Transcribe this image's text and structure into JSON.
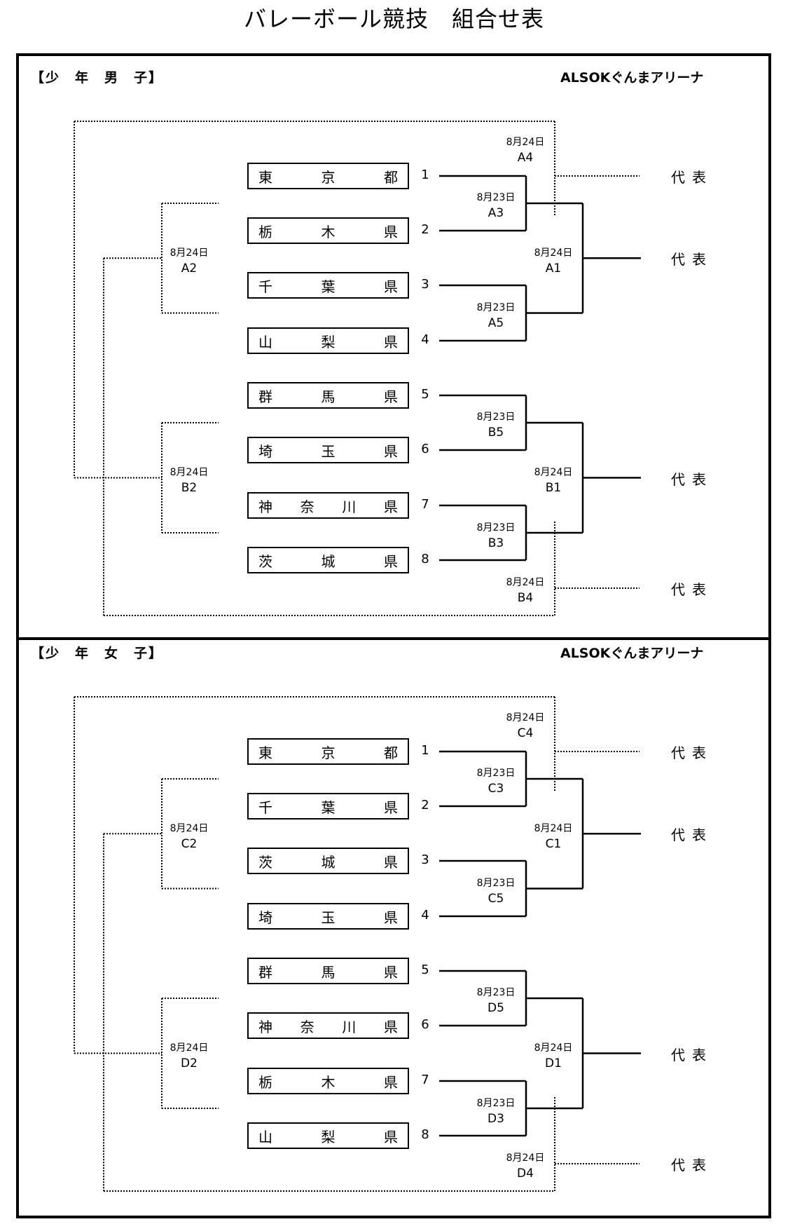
{
  "title": "バレーボール競技　組合せ表",
  "sections": [
    {
      "label": "【少　年　男　子】",
      "venue": "ALSOKぐんまアリーナ",
      "teams": [
        {
          "seed": "1",
          "chars": [
            "東",
            "京",
            "都"
          ]
        },
        {
          "seed": "2",
          "chars": [
            "栃",
            "木",
            "県"
          ]
        },
        {
          "seed": "3",
          "chars": [
            "千",
            "葉",
            "県"
          ]
        },
        {
          "seed": "4",
          "chars": [
            "山",
            "梨",
            "県"
          ]
        },
        {
          "seed": "5",
          "chars": [
            "群",
            "馬",
            "県"
          ]
        },
        {
          "seed": "6",
          "chars": [
            "埼",
            "玉",
            "県"
          ]
        },
        {
          "seed": "7",
          "chars": [
            "神",
            "奈",
            "川",
            "県"
          ]
        },
        {
          "seed": "8",
          "chars": [
            "茨",
            "城",
            "県"
          ]
        }
      ],
      "matches": {
        "m3": {
          "date": "8月23日",
          "code": "A3"
        },
        "m5": {
          "date": "8月23日",
          "code": "A5"
        },
        "m1": {
          "date": "8月24日",
          "code": "A1"
        },
        "m4": {
          "date": "8月24日",
          "code": "A4"
        },
        "m2": {
          "date": "8月24日",
          "code": "A2"
        },
        "n5": {
          "date": "8月23日",
          "code": "B5"
        },
        "n3": {
          "date": "8月23日",
          "code": "B3"
        },
        "n1": {
          "date": "8月24日",
          "code": "B1"
        },
        "n4": {
          "date": "8月24日",
          "code": "B4"
        },
        "n2": {
          "date": "8月24日",
          "code": "B2"
        }
      },
      "representatives": [
        "代表",
        "代表",
        "代表",
        "代表"
      ]
    },
    {
      "label": "【少　年　女　子】",
      "venue": "ALSOKぐんまアリーナ",
      "teams": [
        {
          "seed": "1",
          "chars": [
            "東",
            "京",
            "都"
          ]
        },
        {
          "seed": "2",
          "chars": [
            "千",
            "葉",
            "県"
          ]
        },
        {
          "seed": "3",
          "chars": [
            "茨",
            "城",
            "県"
          ]
        },
        {
          "seed": "4",
          "chars": [
            "埼",
            "玉",
            "県"
          ]
        },
        {
          "seed": "5",
          "chars": [
            "群",
            "馬",
            "県"
          ]
        },
        {
          "seed": "6",
          "chars": [
            "神",
            "奈",
            "川",
            "県"
          ]
        },
        {
          "seed": "7",
          "chars": [
            "栃",
            "木",
            "県"
          ]
        },
        {
          "seed": "8",
          "chars": [
            "山",
            "梨",
            "県"
          ]
        }
      ],
      "matches": {
        "m3": {
          "date": "8月23日",
          "code": "C3"
        },
        "m5": {
          "date": "8月23日",
          "code": "C5"
        },
        "m1": {
          "date": "8月24日",
          "code": "C1"
        },
        "m4": {
          "date": "8月24日",
          "code": "C4"
        },
        "m2": {
          "date": "8月24日",
          "code": "C2"
        },
        "n5": {
          "date": "8月23日",
          "code": "D5"
        },
        "n3": {
          "date": "8月23日",
          "code": "D3"
        },
        "n1": {
          "date": "8月24日",
          "code": "D1"
        },
        "n4": {
          "date": "8月24日",
          "code": "D4"
        },
        "n2": {
          "date": "8月24日",
          "code": "D2"
        }
      },
      "representatives": [
        "代表",
        "代表",
        "代表",
        "代表"
      ]
    }
  ]
}
